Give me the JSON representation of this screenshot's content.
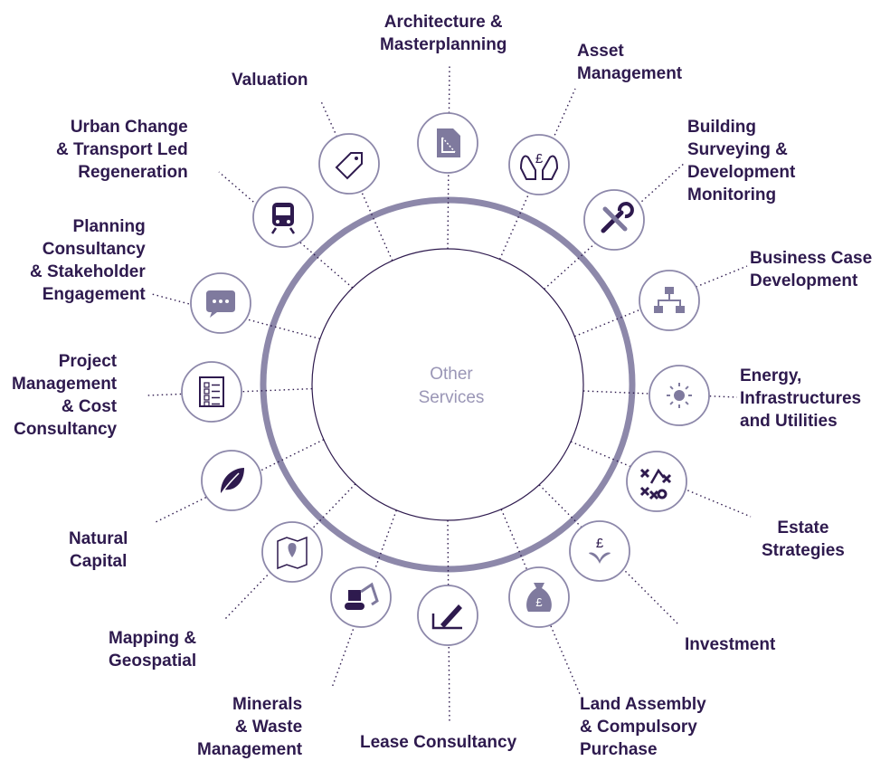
{
  "center": {
    "label_lines": [
      "Other",
      "Services"
    ]
  },
  "colors": {
    "ring": "#8d88aa",
    "icon_fill": "#7f7a9e",
    "icon_dark": "#2e1a4e",
    "label": "#2e1a4e",
    "dotted": "#2e1a4e",
    "center_text": "#9a96b6"
  },
  "services": [
    {
      "key": "architecture",
      "icon": "blueprint-icon",
      "lines": [
        "Architecture &",
        "Masterplanning"
      ]
    },
    {
      "key": "asset",
      "icon": "hands-pound-icon",
      "lines": [
        "Asset",
        "Management"
      ]
    },
    {
      "key": "building",
      "icon": "tools-icon",
      "lines": [
        "Building",
        "Surveying &",
        "Development",
        "Monitoring"
      ]
    },
    {
      "key": "business",
      "icon": "flowchart-icon",
      "lines": [
        "Business Case",
        "Development"
      ]
    },
    {
      "key": "energy",
      "icon": "sun-icon",
      "lines": [
        "Energy,",
        "Infrastructures",
        "and Utilities"
      ]
    },
    {
      "key": "estate",
      "icon": "strategy-icon",
      "lines": [
        "Estate",
        "Strategies"
      ]
    },
    {
      "key": "investment",
      "icon": "pound-growth-icon",
      "lines": [
        "Investment"
      ]
    },
    {
      "key": "land",
      "icon": "money-bag-icon",
      "lines": [
        "Land Assembly",
        "& Compulsory",
        "Purchase"
      ]
    },
    {
      "key": "lease",
      "icon": "signature-icon",
      "lines": [
        "Lease Consultancy"
      ]
    },
    {
      "key": "minerals",
      "icon": "excavator-icon",
      "lines": [
        "Minerals",
        "& Waste",
        "Management"
      ]
    },
    {
      "key": "mapping",
      "icon": "map-pin-icon",
      "lines": [
        "Mapping &",
        "Geospatial"
      ]
    },
    {
      "key": "natural",
      "icon": "leaf-icon",
      "lines": [
        "Natural",
        "Capital"
      ]
    },
    {
      "key": "project",
      "icon": "checklist-icon",
      "lines": [
        "Project",
        "Management",
        "& Cost",
        "Consultancy"
      ]
    },
    {
      "key": "planning",
      "icon": "speech-bubble-icon",
      "lines": [
        "Planning",
        "Consultancy",
        "& Stakeholder",
        "Engagement"
      ]
    },
    {
      "key": "urban",
      "icon": "train-icon",
      "lines": [
        "Urban Change",
        "& Transport Led",
        "Regeneration"
      ]
    },
    {
      "key": "valuation",
      "icon": "price-tag-icon",
      "lines": [
        "Valuation"
      ]
    }
  ]
}
